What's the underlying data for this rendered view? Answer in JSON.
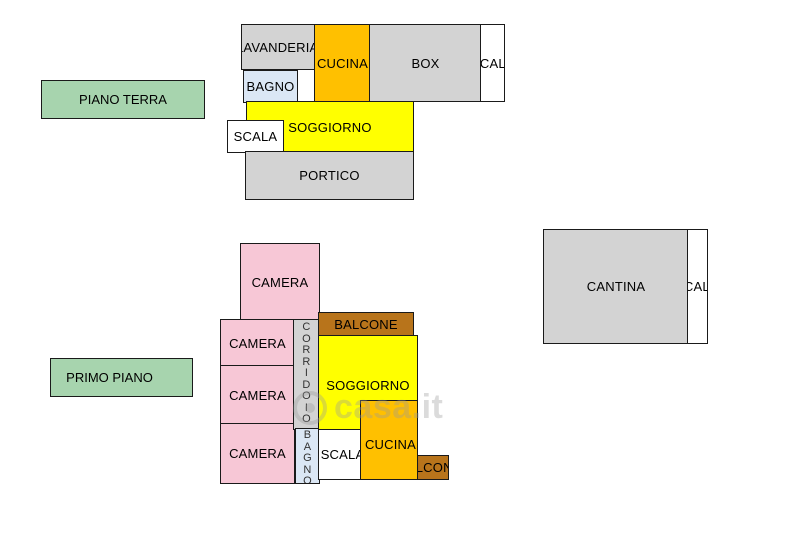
{
  "colors": {
    "green": "#a7d4ae",
    "gray": "#d3d3d3",
    "yellow": "#ffff00",
    "orange": "#ffc000",
    "pink": "#f7c7d6",
    "brown": "#b8741b",
    "light_blue": "#dbe7f5",
    "white": "#ffffff"
  },
  "ground_floor": {
    "label": "PIANO TERRA",
    "rooms": {
      "lavanderia": "LAVANDERIA",
      "cucina": "CUCINA",
      "box": "BOX",
      "scala_top": "SCALA",
      "bagno": "BAGNO",
      "scala_left": "SCALA",
      "soggiorno": "SOGGIORNO",
      "portico": "PORTICO"
    }
  },
  "first_floor": {
    "label": "PRIMO PIANO",
    "rooms": {
      "camera_top": "CAMERA",
      "camera_1": "CAMERA",
      "camera_2": "CAMERA",
      "camera_3": "CAMERA",
      "corridoio": "CORRIDOIO",
      "bagno": "BAGNO",
      "balcone_top": "BALCONE",
      "soggiorno": "SOGGIORNO",
      "scala": "SCALA",
      "cucina": "CUCINA",
      "balcone_bottom": "BALCONE"
    }
  },
  "cellar": {
    "cantina": "CANTINA",
    "scala": "SCALA"
  },
  "watermark": "casa.it"
}
